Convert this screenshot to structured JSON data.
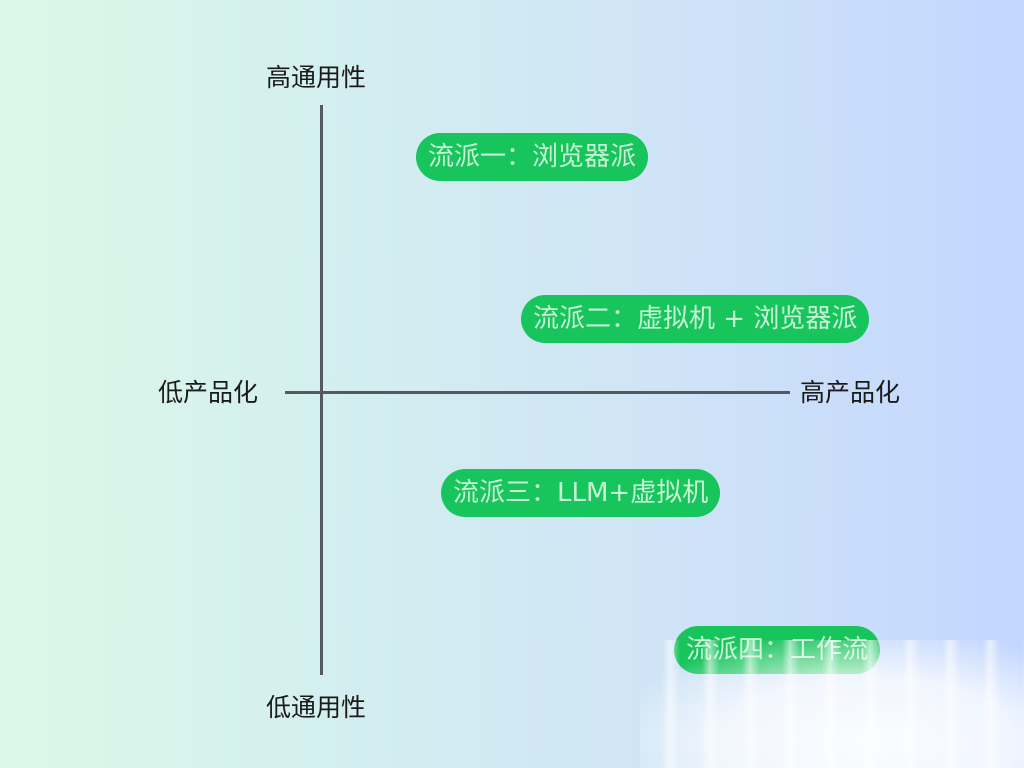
{
  "axes": {
    "top_label": "高通用性",
    "bottom_label": "低通用性",
    "left_label": "低产品化",
    "right_label": "高产品化"
  },
  "schools": [
    {
      "label": "流派一：浏览器派"
    },
    {
      "label": "流派二：虚拟机 + 浏览器派"
    },
    {
      "label": "流派三：LLM+虚拟机"
    },
    {
      "label": "流派四：工作流"
    }
  ],
  "colors": {
    "pill_background": "#18c45c",
    "pill_text": "#c7f2d6",
    "axis": "#555a5e"
  }
}
